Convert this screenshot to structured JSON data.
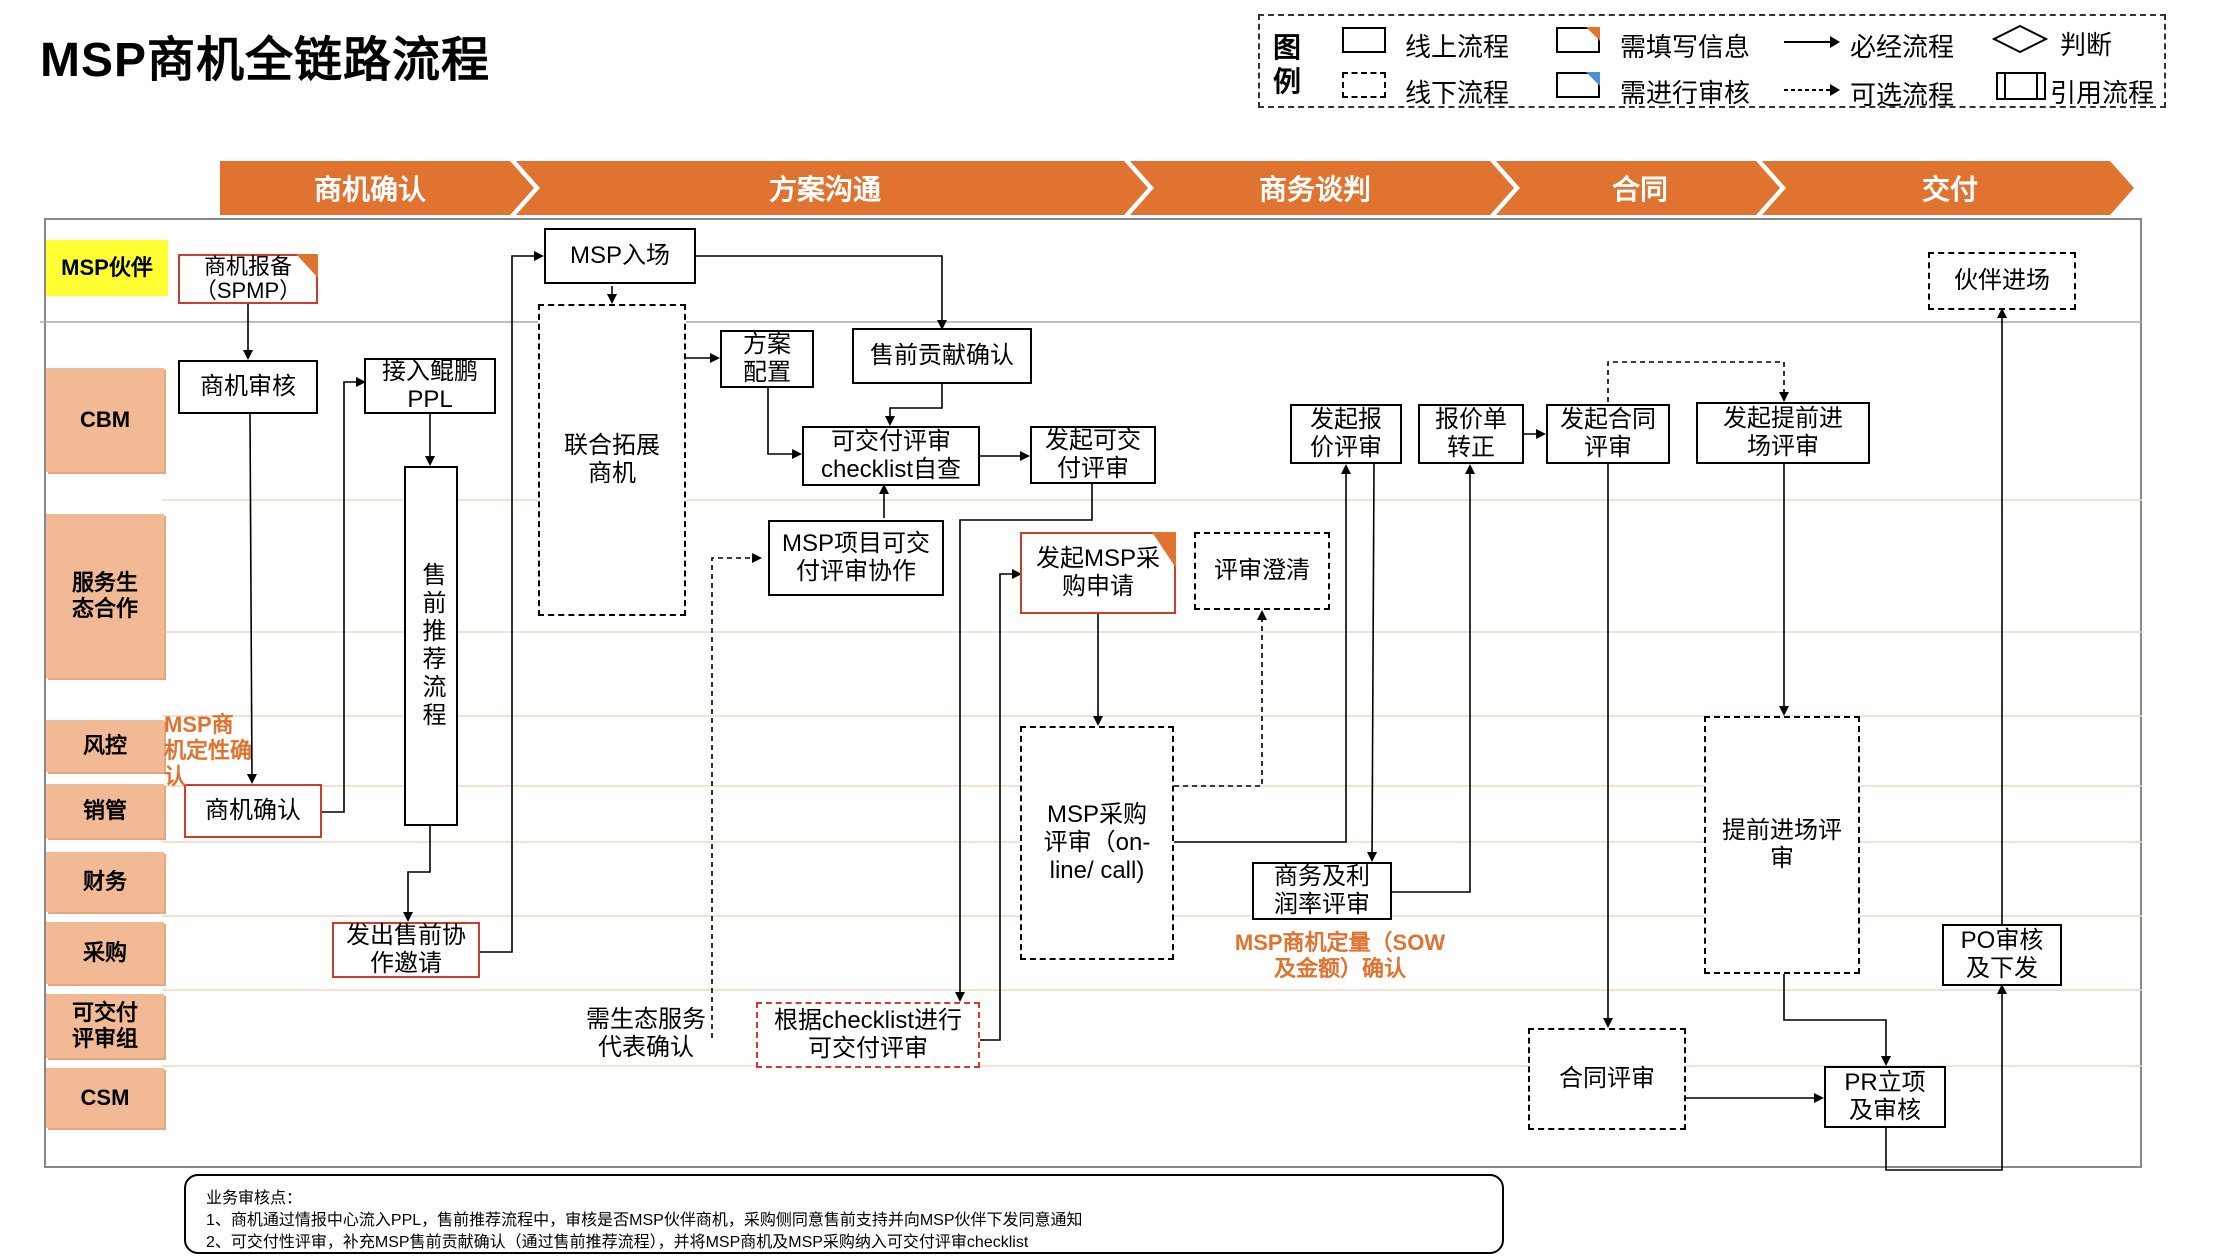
{
  "title": "MSP商机全链路流程",
  "legend": {
    "heading": [
      "图",
      "例"
    ],
    "items": {
      "online": "线上流程",
      "offline": "线下流程",
      "fill_info": "需填写信息",
      "review": "需进行审核",
      "required": "必经流程",
      "optional": "可选流程",
      "decision": "判断",
      "reference": "引用流程"
    }
  },
  "phases": [
    "商机确认",
    "方案沟通",
    "商务谈判",
    "合同",
    "交付"
  ],
  "lanes": [
    "MSP伙伴",
    "CBM",
    "服务生态合作",
    "风控",
    "销管",
    "财务",
    "采购",
    "可交付评审组",
    "CSM"
  ],
  "nodes": {
    "n_report": "商机报备（SPMP）",
    "n_review": "商机审核",
    "n_confirm": "商机确认",
    "n_ppl": "接入鲲鹏PPL",
    "n_presale_flow": "售前推荐流程",
    "n_invite": "发出售前协作邀请",
    "n_msp_enter": "MSP入场",
    "n_joint": "联合拓展商机",
    "n_solution": "方案配置",
    "n_contrib": "售前贡献确认",
    "n_checklist": "可交付评审checklist自查",
    "n_start_review": "发起可交付评审",
    "n_collab": "MSP项目可交付评审协作",
    "n_by_checklist": "根据checklist进行可交付评审",
    "n_purchase_req": "发起MSP采购申请",
    "n_clarify": "评审澄清",
    "n_purchase_review": "MSP采购评审（on-line/ call)",
    "n_quote_review": "发起报价评审",
    "n_quote_convert": "报价单转正",
    "n_profit": "商务及利润率评审",
    "n_start_contract": "发起合同评审",
    "n_contract_review": "合同评审",
    "n_start_advance": "发起提前进场评审",
    "n_advance_review": "提前进场评审",
    "n_pr": "PR立项及审核",
    "n_po": "PO审核及下发",
    "n_partner_enter": "伙伴进场"
  },
  "annotations": {
    "risk_note": "MSP商机定性确认",
    "eco_note": "需生态服务代表确认",
    "sow_note": "MSP商机定量（SOW及金额）确认"
  },
  "footer": {
    "heading": "业务审核点：",
    "lines": [
      "1、商机通过情报中心流入PPL，售前推荐流程中，审核是否MSP伙伴商机，采购侧同意售前支持并向MSP伙伴下发同意通知",
      "2、可交付性评审，补充MSP售前贡献确认（通过售前推荐流程），并将MSP商机及MSP采购纳入可交付评审checklist"
    ]
  },
  "colors": {
    "phase": "#E07330",
    "lane": "#F2B995",
    "msp_lane": "#FFFF33",
    "red_box": "#D23A2A",
    "note_orange": "#E07330"
  }
}
